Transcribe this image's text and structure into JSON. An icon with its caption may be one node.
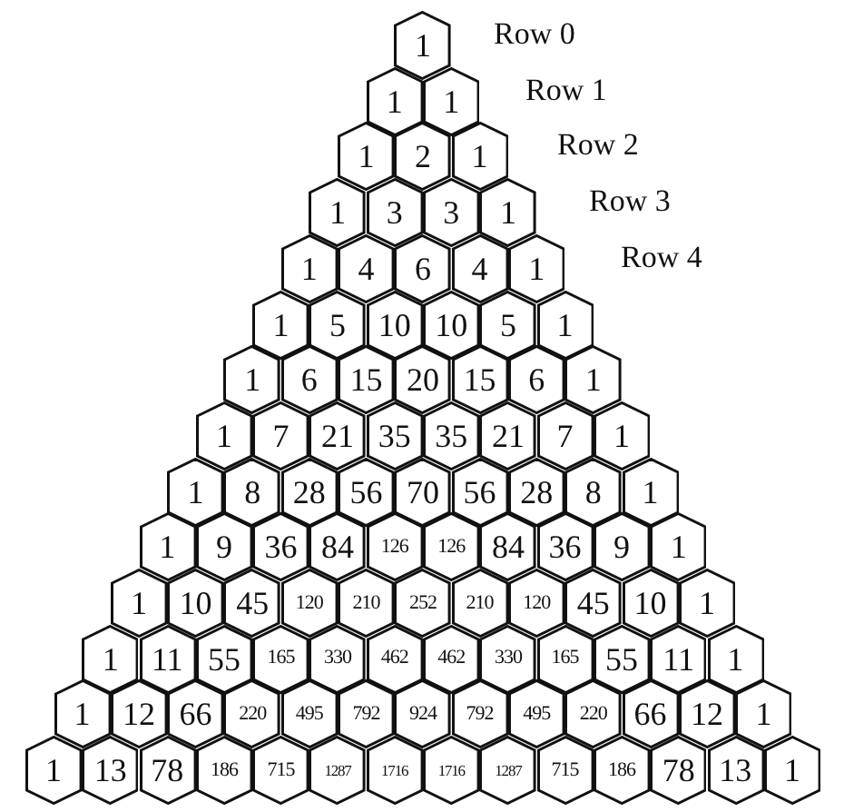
{
  "diagram": {
    "nodes": [
      {
        "text": [
          "1"
        ]
      },
      {
        "text": [
          "1"
        ]
      },
      {
        "text": [
          "1"
        ]
      },
      {
        "text": [
          "1"
        ]
      },
      {
        "text": [
          "2"
        ]
      },
      {
        "text": [
          "1"
        ]
      },
      {
        "text": [
          "1"
        ]
      },
      {
        "text": [
          "3"
        ]
      },
      {
        "text": [
          "3"
        ]
      },
      {
        "text": [
          "1"
        ]
      },
      {
        "text": [
          "1"
        ]
      },
      {
        "text": [
          "4"
        ]
      },
      {
        "text": [
          "6"
        ]
      },
      {
        "text": [
          "4"
        ]
      },
      {
        "text": [
          "1"
        ]
      },
      {
        "text": [
          "1"
        ]
      },
      {
        "text": [
          "5"
        ]
      },
      {
        "text": [
          "10"
        ]
      },
      {
        "text": [
          "10"
        ]
      },
      {
        "text": [
          "5"
        ]
      },
      {
        "text": [
          "1"
        ]
      },
      {
        "text": [
          "1"
        ]
      },
      {
        "text": [
          "6"
        ]
      },
      {
        "text": [
          "15"
        ]
      },
      {
        "text": [
          "20"
        ]
      },
      {
        "text": [
          "15"
        ]
      },
      {
        "text": [
          "6"
        ]
      },
      {
        "text": [
          "1"
        ]
      },
      {
        "text": [
          "1"
        ]
      },
      {
        "text": [
          "7"
        ]
      },
      {
        "text": [
          "21"
        ]
      },
      {
        "text": [
          "35"
        ]
      },
      {
        "text": [
          "35"
        ]
      },
      {
        "text": [
          "21"
        ]
      },
      {
        "text": [
          "7"
        ]
      },
      {
        "text": [
          "1"
        ]
      },
      {
        "text": [
          "1"
        ]
      },
      {
        "text": [
          "8"
        ]
      },
      {
        "text": [
          "28"
        ]
      },
      {
        "text": [
          "56"
        ]
      },
      {
        "text": [
          "70"
        ]
      },
      {
        "text": [
          "56"
        ]
      },
      {
        "text": [
          "28"
        ]
      },
      {
        "text": [
          "8"
        ]
      },
      {
        "text": [
          "1"
        ]
      },
      {
        "text": [
          "1"
        ]
      },
      {
        "text": [
          "9"
        ]
      },
      {
        "text": [
          "36"
        ]
      },
      {
        "text": [
          "84"
        ]
      },
      {
        "text": [
          "126"
        ]
      },
      {
        "text": [
          "126"
        ]
      },
      {
        "text": [
          "84"
        ]
      },
      {
        "text": [
          "36"
        ]
      },
      {
        "text": [
          "9"
        ]
      },
      {
        "text": [
          "1"
        ]
      },
      {
        "text": [
          "1"
        ]
      },
      {
        "text": [
          "10"
        ]
      },
      {
        "text": [
          "45"
        ]
      },
      {
        "text": [
          "120"
        ]
      },
      {
        "text": [
          "210"
        ]
      },
      {
        "text": [
          "252"
        ]
      },
      {
        "text": [
          "210"
        ]
      },
      {
        "text": [
          "120"
        ]
      },
      {
        "text": [
          "45"
        ]
      },
      {
        "text": [
          "10"
        ]
      },
      {
        "text": [
          "1"
        ]
      },
      {
        "text": [
          "1"
        ]
      },
      {
        "text": [
          "11"
        ]
      },
      {
        "text": [
          "55"
        ]
      },
      {
        "text": [
          "165"
        ]
      },
      {
        "text": [
          "330"
        ]
      },
      {
        "text": [
          "462"
        ]
      },
      {
        "text": [
          "462"
        ]
      },
      {
        "text": [
          "330"
        ]
      },
      {
        "text": [
          "165"
        ]
      },
      {
        "text": [
          "55"
        ]
      },
      {
        "text": [
          "11"
        ]
      },
      {
        "text": [
          "1"
        ]
      },
      {
        "text": [
          "1"
        ]
      },
      {
        "text": [
          "12"
        ]
      },
      {
        "text": [
          "66"
        ]
      },
      {
        "text": [
          "220"
        ]
      },
      {
        "text": [
          "495"
        ]
      },
      {
        "text": [
          "792"
        ]
      },
      {
        "text": [
          "924"
        ]
      },
      {
        "text": [
          "792"
        ]
      },
      {
        "text": [
          "495"
        ]
      },
      {
        "text": [
          "220"
        ]
      },
      {
        "text": [
          "66"
        ]
      },
      {
        "text": [
          "12"
        ]
      },
      {
        "text": [
          "1"
        ]
      },
      {
        "text": [
          "1"
        ]
      },
      {
        "text": [
          "13"
        ]
      },
      {
        "text": [
          "78"
        ]
      },
      {
        "text": [
          "186"
        ]
      },
      {
        "text": [
          "715"
        ]
      },
      {
        "text": [
          "1287"
        ]
      },
      {
        "text": [
          "1716"
        ]
      },
      {
        "text": [
          "1716"
        ]
      },
      {
        "text": [
          "1287"
        ]
      },
      {
        "text": [
          "715"
        ]
      },
      {
        "text": [
          "186"
        ]
      },
      {
        "text": [
          "78"
        ]
      },
      {
        "text": [
          "13"
        ]
      },
      {
        "text": [
          "1"
        ]
      }
    ],
    "labels": [
      "Row 0",
      "Row 1",
      "Row 2",
      "Row 3",
      "Row 4"
    ]
  }
}
